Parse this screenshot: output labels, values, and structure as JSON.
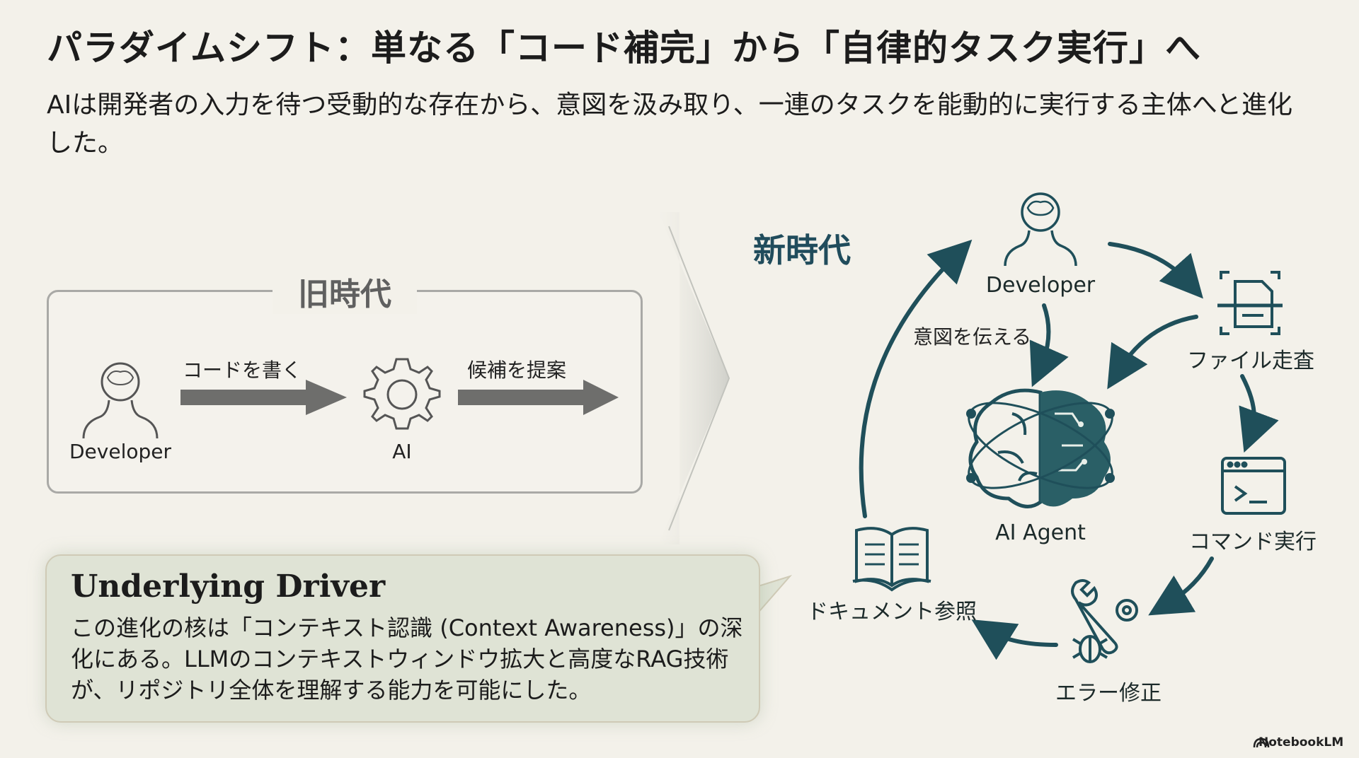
{
  "title": "パラダイムシフト：単なる「コード補完」から「自律的タスク実行」へ",
  "subtitle": "AIは開発者の入力を待つ受動的な存在から、意図を汲み取り、一連のタスクを能動的に実行する主体へと進化した。",
  "old_era": {
    "label": "旧時代",
    "developer": "Developer",
    "arrow1": "コードを書く",
    "ai": "AI",
    "arrow2": "候補を提案"
  },
  "new_era": {
    "label": "新時代",
    "developer": "Developer",
    "intent": "意図を伝える",
    "agent": "AI Agent",
    "file_scan": "ファイル走査",
    "command": "コマンド実行",
    "error_fix": "エラー修正",
    "docs": "ドキュメント参照"
  },
  "note": {
    "title": "Underlying Driver",
    "body": "この進化の核は「コンテキスト認識 (Context Awareness)」の深化にある。LLMのコンテキストウィンドウ拡大と高度なRAG技術が、リポジトリ全体を理解する能力を可能にした。"
  },
  "footer": "NotebookLM",
  "colors": {
    "teal": "#1f4f5a",
    "teal_light": "#2f6b72",
    "gray": "#6b6b68"
  }
}
